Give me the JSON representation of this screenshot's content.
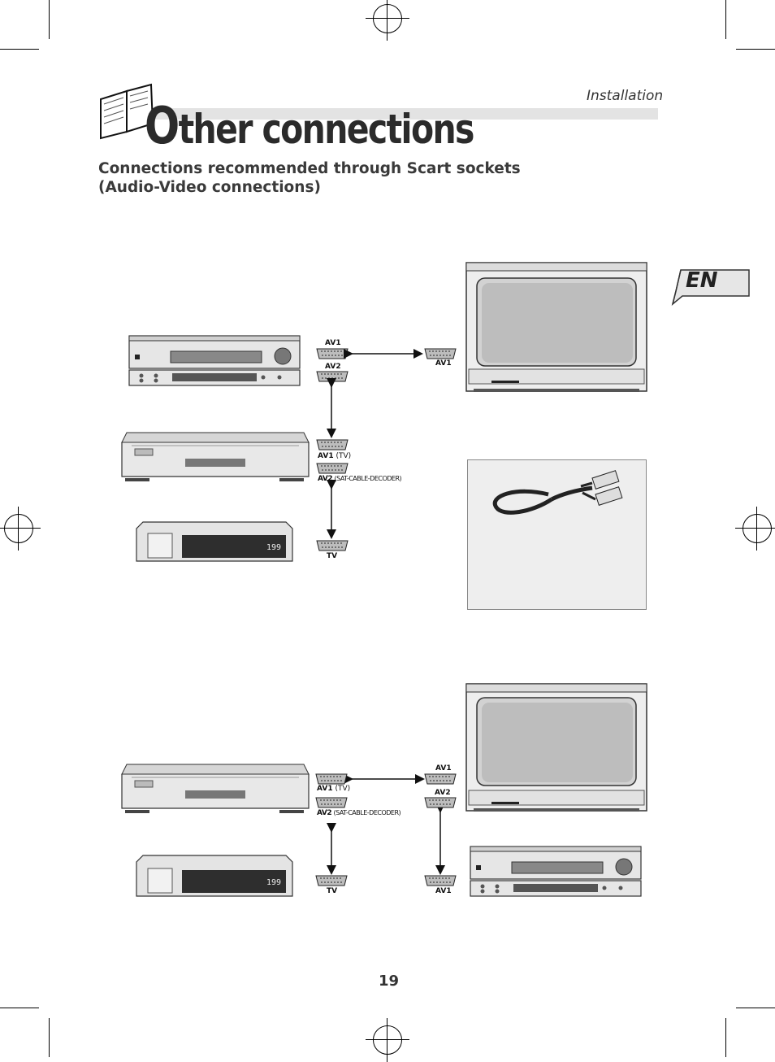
{
  "header": {
    "section": "Installation",
    "title_initial": "O",
    "title_rest": "ther connections",
    "subtitle_line1": "Connections recommended through Scart sockets",
    "subtitle_line2": "(Audio-Video connections)"
  },
  "language_badge": "EN",
  "diagram1": {
    "vcr_av1": "AV1",
    "vcr_av2": "AV2",
    "tv_av1": "AV1",
    "dvd_av1": "AV1",
    "dvd_av1_note": "(TV)",
    "dvd_av2": "AV2",
    "dvd_av2_note": "(SAT-CABLE-DECODER)",
    "decoder_tv": "TV",
    "decoder_display": "199"
  },
  "diagram2": {
    "dvd_av1": "AV1",
    "dvd_av1_note": "(TV)",
    "dvd_av2": "AV2",
    "dvd_av2_note": "(SAT-CABLE-DECODER)",
    "decoder_tv": "TV",
    "decoder_display": "199",
    "tv_av1": "AV1",
    "tv_av2": "AV2",
    "vcr_av1": "AV1"
  },
  "page_number": "19"
}
